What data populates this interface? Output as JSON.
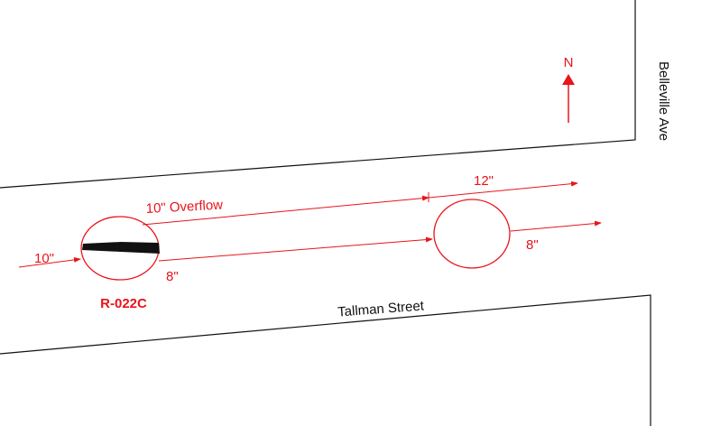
{
  "colors": {
    "pipe": "#e8141b",
    "street_edge": "#111111",
    "weir": "#111111",
    "background": "#ffffff"
  },
  "streets": {
    "tallman": "Tallman Street",
    "belleville": "Belleville Ave"
  },
  "north_label": "N",
  "structures": {
    "regulator": {
      "id": "R-022C"
    }
  },
  "pipes": {
    "inlet": "10\"",
    "overflow": "10\" Overflow",
    "regulator_outlet": "8\"",
    "overflow_continuation": "12\"",
    "manhole_outlet": "8\""
  }
}
